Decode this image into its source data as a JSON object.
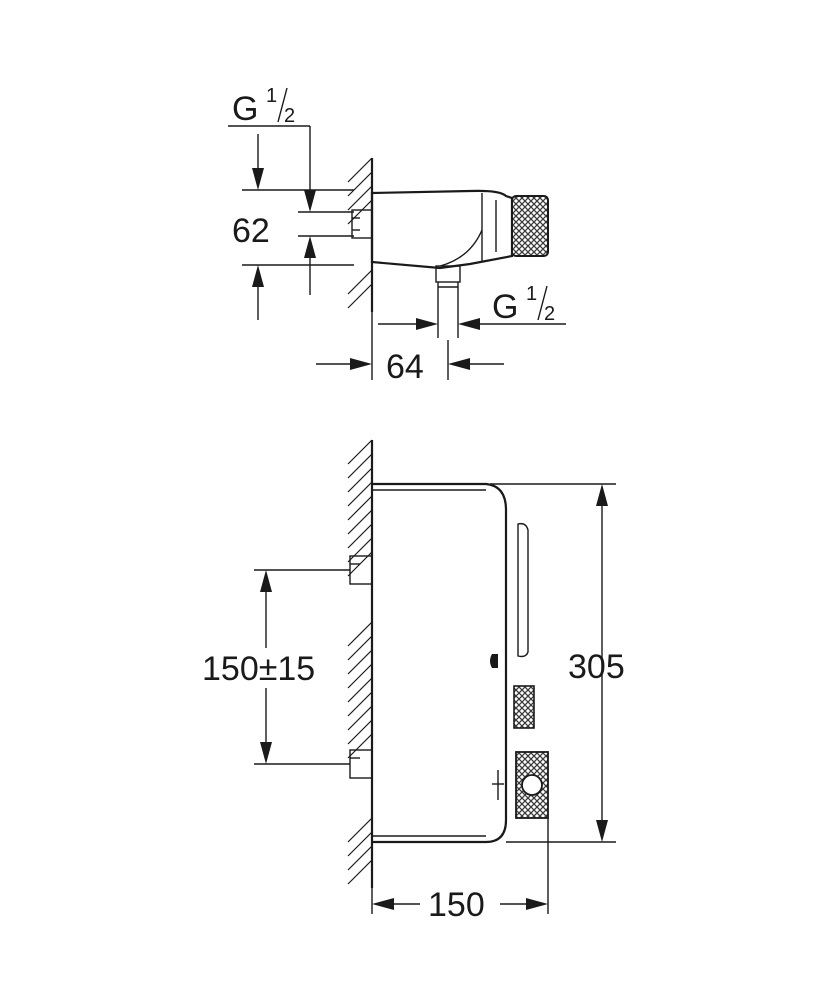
{
  "top_view": {
    "inlet_thread": {
      "letter": "G",
      "num": "1",
      "den": "2"
    },
    "outlet_thread": {
      "letter": "G",
      "num": "1",
      "den": "2"
    },
    "dim_inlet_spacing": "62",
    "dim_outlet_offset": "64"
  },
  "front_view": {
    "dim_inlet_centres": "150±15",
    "dim_height": "305",
    "dim_depth": "150"
  },
  "colors": {
    "line": "#1a1a1a",
    "knurl": "#3a3a3a",
    "background": "#ffffff"
  },
  "icons": [
    "knurled-knob",
    "wall-hatching",
    "dimension-arrow"
  ]
}
